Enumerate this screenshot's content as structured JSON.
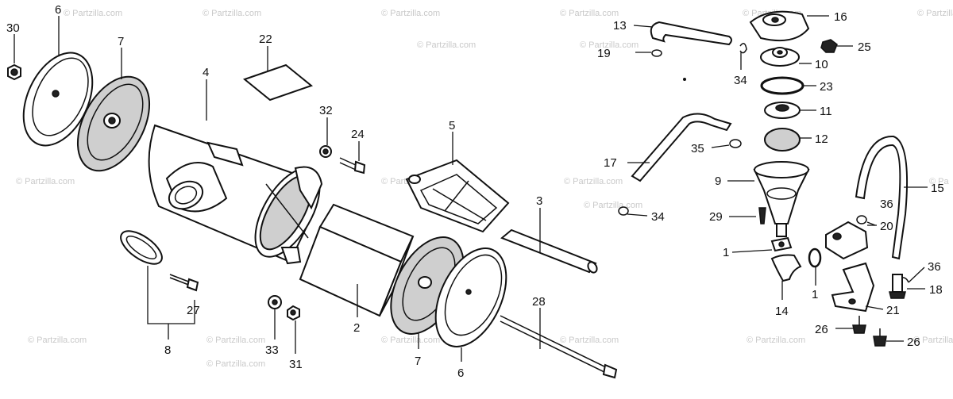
{
  "watermark": "© Partzilla.com",
  "watermark_edge": "© Pa",
  "callouts": {
    "p1a": "1",
    "p1b": "1",
    "p2": "2",
    "p3": "3",
    "p4": "4",
    "p5": "5",
    "p6a": "6",
    "p6b": "6",
    "p7a": "7",
    "p7b": "7",
    "p8": "8",
    "p9": "9",
    "p10": "10",
    "p11": "11",
    "p12": "12",
    "p13": "13",
    "p14": "14",
    "p15": "15",
    "p16": "16",
    "p17": "17",
    "p18": "18",
    "p19": "19",
    "p20": "20",
    "p21": "21",
    "p22": "22",
    "p23": "23",
    "p24": "24",
    "p25": "25",
    "p26a": "26",
    "p26b": "26",
    "p27": "27",
    "p28": "28",
    "p29": "29",
    "p30": "30",
    "p31": "31",
    "p32": "32",
    "p33": "33",
    "p34a": "34",
    "p34b": "34",
    "p35": "35",
    "p36a": "36",
    "p36b": "36"
  }
}
